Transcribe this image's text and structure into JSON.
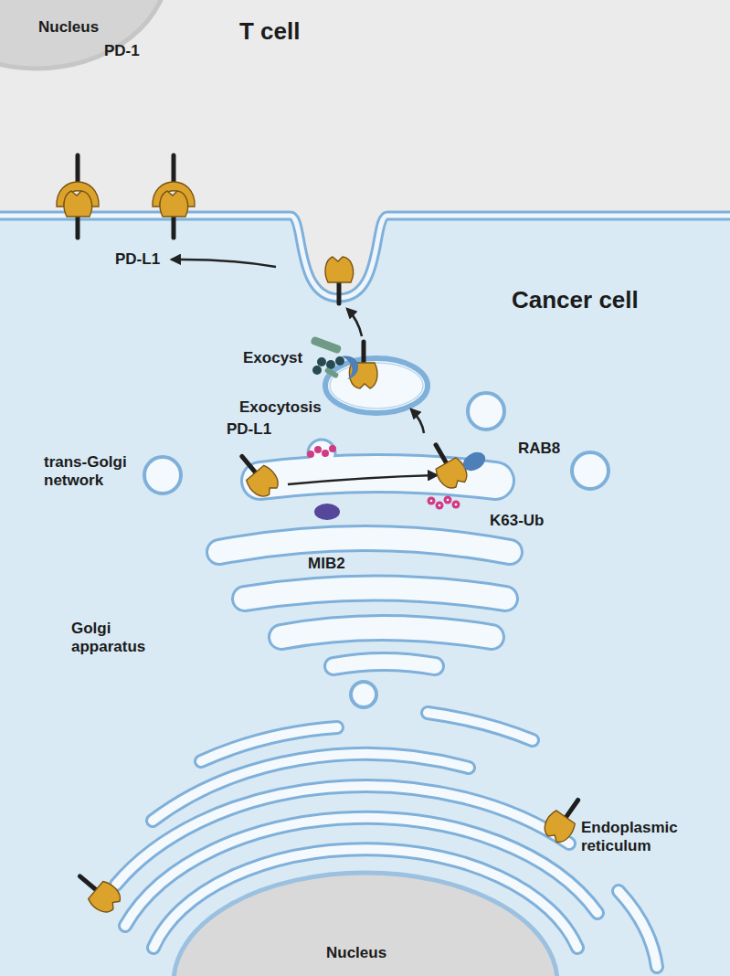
{
  "diagram": {
    "nodes": [
      {
        "text": [
          "T cell"
        ]
      },
      {
        "text": [
          "Nucleus"
        ],
        "in": 0
      },
      {
        "text": [
          "Cancer cell"
        ]
      },
      {
        "text": [
          "Nucleus"
        ],
        "in": 2
      }
    ],
    "labels": [
      "PD-1",
      "PD-L1",
      "Exocyst",
      "Exocytosis",
      "trans-Golgi network",
      "PD-L1",
      "RAB8",
      "K63-Ub",
      "MIB2",
      "Golgi apparatus",
      "Endoplasmic reticulum"
    ]
  }
}
